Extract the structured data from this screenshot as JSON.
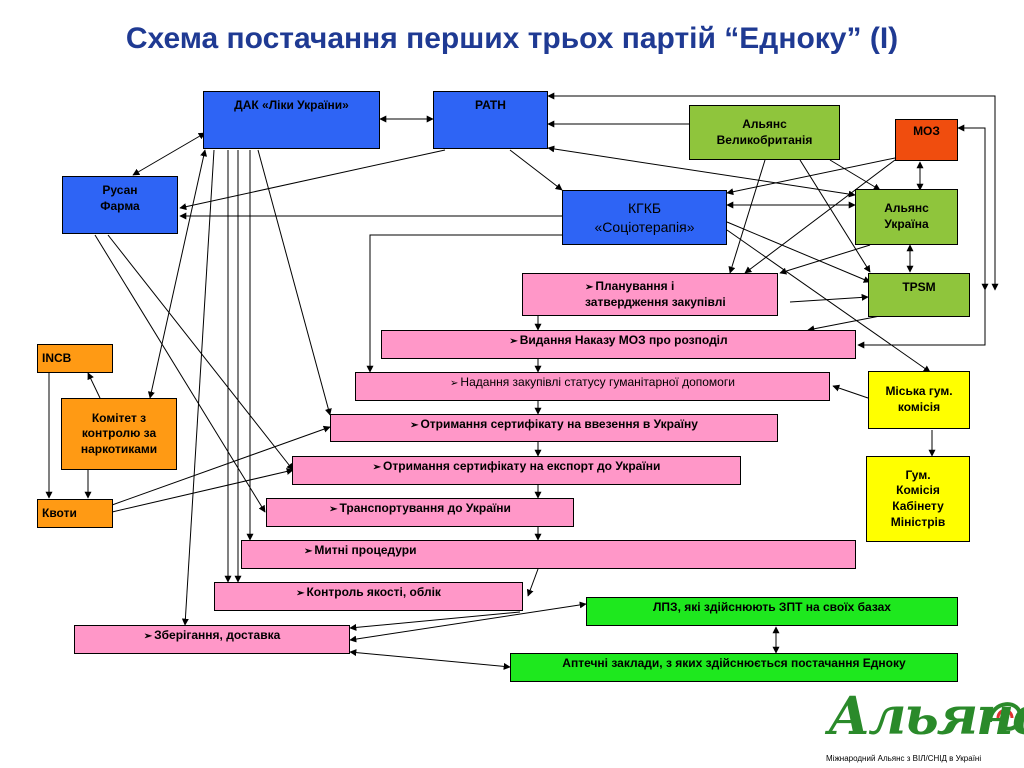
{
  "title": "Схема постачання перших трьох партій “Едноку” (І)",
  "colors": {
    "title": "#1f3a93",
    "blue": "#2e64f5",
    "olive": "#8fc53c",
    "orange": "#ff9a14",
    "moz": "#f04d0e",
    "pink": "#ff97c8",
    "yellow": "#ffff00",
    "green": "#1ee81e",
    "logo": "#2a8a2a"
  },
  "nodes": {
    "dak": "ДАК «Ліки України»",
    "path": "PATH",
    "alliance_uk": "Альянс\nВеликобританія",
    "moz": "МОЗ",
    "rusan": "Русан\nФарма",
    "kgkb": "КГКБ\n«Соціотерапія»",
    "alliance_ua": "Альянс\nУкраїна",
    "tpsm": "TPSM",
    "incb": "INCB",
    "committee": "Комітет з\nконтролю за\nнаркотиками",
    "quotas": "Квоти",
    "city_commission": "Міська гум.\nкомісія",
    "cabinet_commission": "Гум.\nКомісія\nКабінету\nМіністрів"
  },
  "steps": [
    "Планування і\nзатвердження закупівлі",
    "Видання Наказу МОЗ про розподіл",
    "Надання закупівлі статусу гуманітарної допомоги",
    "Отримання сертифікату на ввезення в Україну",
    "Отримання сертифікату на експорт до України",
    "Транспортування до України",
    "Митні процедури",
    "Контроль якості, облік",
    "Зберігання, доставка"
  ],
  "step_marker": "➢",
  "destinations": {
    "lpz": "ЛПЗ, які здійснюють ЗПТ на своїх базах",
    "pharmacies": "Аптечні заклади, з яких здійснюється постачання Едноку"
  },
  "logo": {
    "name": "Альянс",
    "tagline": "Міжнародний Альянс з ВІЛ/СНІД в Україні"
  }
}
